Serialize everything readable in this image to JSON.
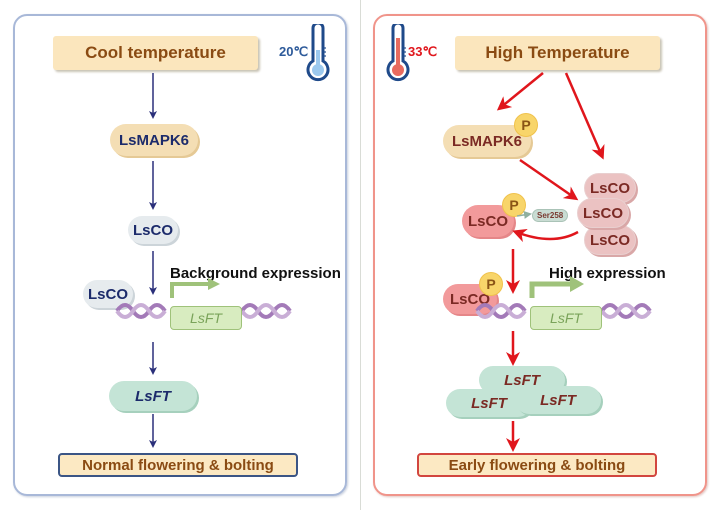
{
  "left_panel": {
    "condition": "Cool temperature",
    "temperature": "20℃",
    "kinase": "LsMAPK6",
    "regulator": "LsCO",
    "bound_regulator": "LsCO",
    "gene": "LsFT",
    "expression_label": "Background expression",
    "product": "LsFT",
    "outcome": "Normal flowering & bolting",
    "colors": {
      "border": "#a8b8d8",
      "arrow": "#2a2f7a",
      "text": "#1c2b6b"
    }
  },
  "right_panel": {
    "condition": "High Temperature",
    "temperature": "33℃",
    "kinase": "LsMAPK6",
    "kinase_phospho": "P",
    "regulator_cluster": [
      "LsCO",
      "LsCO",
      "LsCO"
    ],
    "phospho_regulator": "LsCO",
    "phospho_label": "P",
    "site": "Ser258",
    "bound_regulator": "LsCO",
    "bound_phospho": "P",
    "gene": "LsFT",
    "expression_label": "High expression",
    "products": [
      "LsFT",
      "LsFT",
      "LsFT"
    ],
    "outcome": "Early flowering & bolting",
    "colors": {
      "border": "#f0948a",
      "arrow": "#e0161c",
      "text": "#7b2a24"
    }
  }
}
